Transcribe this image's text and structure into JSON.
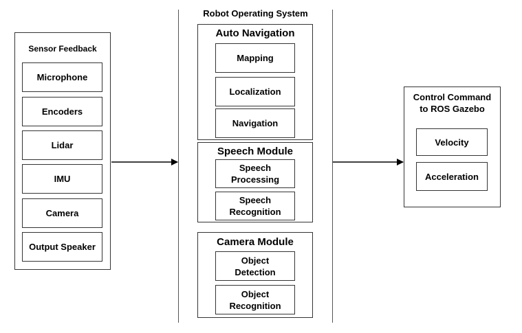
{
  "ros": {
    "title": "Robot Operating System"
  },
  "sensor": {
    "title": "Sensor Feedback",
    "items": [
      "Microphone",
      "Encoders",
      "Lidar",
      "IMU",
      "Camera",
      "Output Speaker"
    ]
  },
  "auto_nav": {
    "title": "Auto Navigation",
    "items": [
      "Mapping",
      "Localization",
      "Navigation"
    ]
  },
  "speech": {
    "title": "Speech Module",
    "items": [
      "Speech\nProcessing",
      "Speech\nRecognition"
    ]
  },
  "camera_module": {
    "title": "Camera Module",
    "items": [
      "Object\nDetection",
      "Object\nRecognition"
    ]
  },
  "control": {
    "title": "Control Command\nto ROS Gazebo",
    "items": [
      "Velocity",
      "Acceleration"
    ]
  }
}
